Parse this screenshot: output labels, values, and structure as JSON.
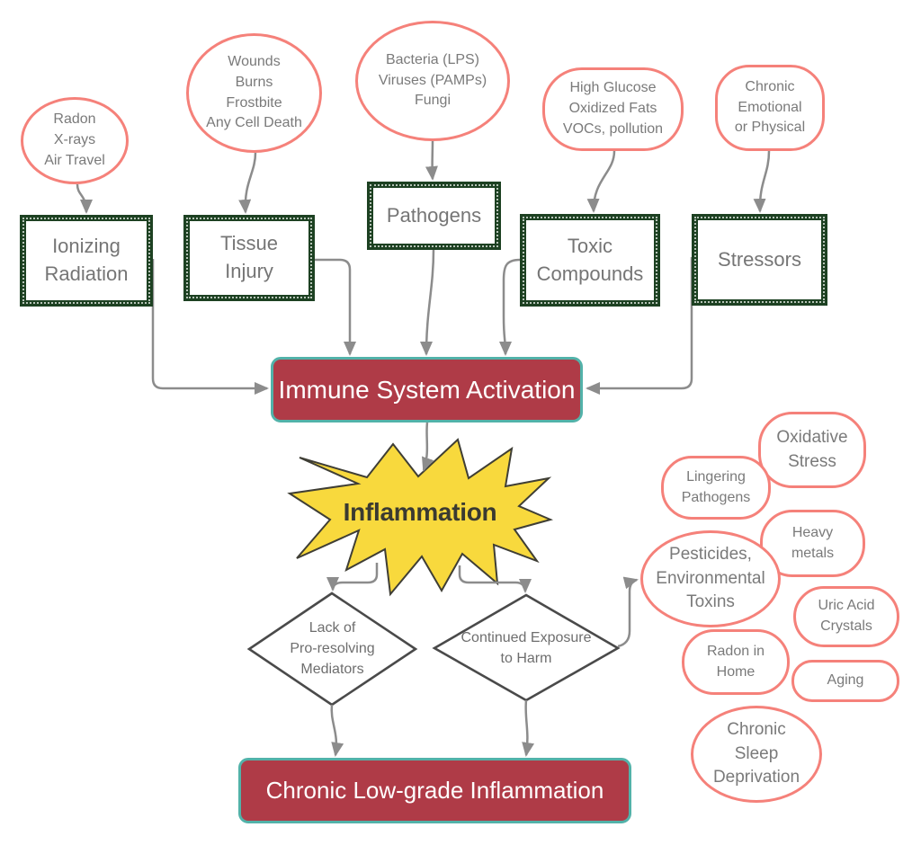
{
  "colors": {
    "ellipse_border": "#f5817a",
    "ellipse_text": "#7a7a7a",
    "box_border": "#1d4122",
    "box_text": "#757575",
    "highlight_fill": "#af3b47",
    "highlight_border": "#52b2a9",
    "highlight_text": "#ffffff",
    "burst_fill": "#f8d93d",
    "burst_stroke": "#3f3e35",
    "burst_text": "#3a3a31",
    "diamond_stroke": "#4a4a4a",
    "diamond_text": "#6e6e6e",
    "arrow": "#8c8c8c"
  },
  "nodes": {
    "sources": [
      {
        "id": "radon-xrays",
        "label": "Radon\nX-rays\nAir Travel"
      },
      {
        "id": "wounds-burns",
        "label": "Wounds\nBurns\nFrostbite\nAny Cell Death"
      },
      {
        "id": "bacteria-viruses",
        "label": "Bacteria (LPS)\nViruses (PAMPs)\nFungi"
      },
      {
        "id": "glucose-fats",
        "label": "High Glucose\nOxidized Fats\nVOCs, pollution"
      },
      {
        "id": "chronic-stress",
        "label": "Chronic\nEmotional\nor Physical"
      }
    ],
    "categories": [
      {
        "id": "ionizing-radiation",
        "label": "Ionizing\nRadiation"
      },
      {
        "id": "tissue-injury",
        "label": "Tissue\nInjury"
      },
      {
        "id": "pathogens",
        "label": "Pathogens"
      },
      {
        "id": "toxic-compounds",
        "label": "Toxic\nCompounds"
      },
      {
        "id": "stressors",
        "label": "Stressors"
      }
    ],
    "immune_activation": "Immune System Activation",
    "inflammation": "Inflammation",
    "decisions": [
      {
        "id": "lack-mediators",
        "label": "Lack of\nPro-resolving\nMediators"
      },
      {
        "id": "continued-exposure",
        "label": "Continued Exposure\nto Harm"
      }
    ],
    "chronic_outcome": "Chronic Low-grade Inflammation",
    "persistence_factors": [
      {
        "id": "oxidative-stress",
        "label": "Oxidative\nStress"
      },
      {
        "id": "lingering-pathogens",
        "label": "Lingering\nPathogens"
      },
      {
        "id": "heavy-metals",
        "label": "Heavy\nmetals"
      },
      {
        "id": "uric-acid",
        "label": "Uric Acid\nCrystals"
      },
      {
        "id": "radon-home",
        "label": "Radon in\nHome"
      },
      {
        "id": "aging",
        "label": "Aging"
      },
      {
        "id": "sleep-deprivation",
        "label": "Chronic\nSleep\nDeprivation"
      },
      {
        "id": "pesticides-toxins",
        "label": "Pesticides,\nEnvironmental\nToxins"
      }
    ]
  }
}
